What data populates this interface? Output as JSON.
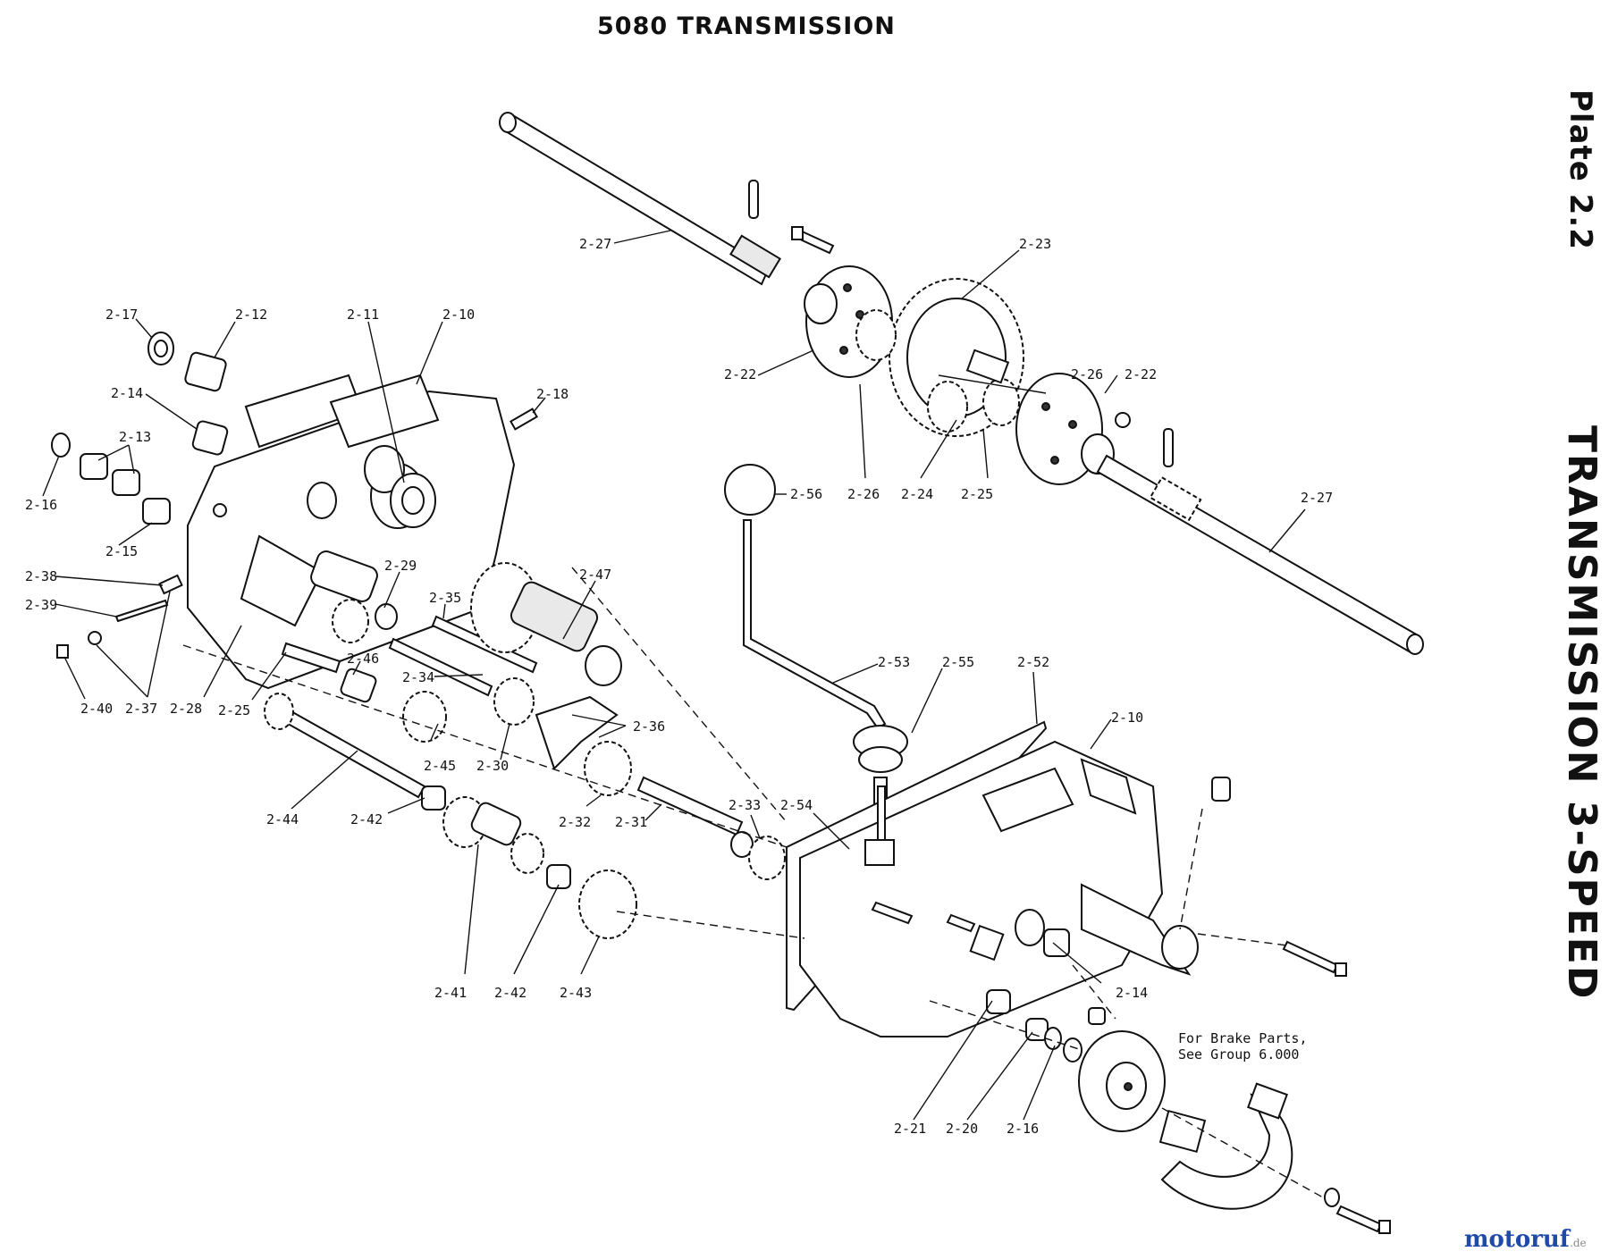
{
  "title": "5080 TRANSMISSION",
  "plate": "Plate 2.2",
  "side_title": "TRANSMISSION 3-SPEED",
  "note": [
    "For Brake Parts,",
    "See Group 6.000"
  ],
  "watermark": {
    "main": "motoruf",
    "suffix": ".de"
  },
  "colors": {
    "ink": "#111111",
    "paper": "#ffffff",
    "watermark": "#1f4aa8"
  },
  "callouts": [
    {
      "id": "c2-27a",
      "label": "2-27"
    },
    {
      "id": "c2-23",
      "label": "2-23"
    },
    {
      "id": "c2-17",
      "label": "2-17"
    },
    {
      "id": "c2-12",
      "label": "2-12"
    },
    {
      "id": "c2-11",
      "label": "2-11"
    },
    {
      "id": "c2-10a",
      "label": "2-10"
    },
    {
      "id": "c2-22a",
      "label": "2-22"
    },
    {
      "id": "c2-26a",
      "label": "2-26"
    },
    {
      "id": "c2-22b",
      "label": "2-22"
    },
    {
      "id": "c2-14a",
      "label": "2-14"
    },
    {
      "id": "c2-18",
      "label": "2-18"
    },
    {
      "id": "c2-13",
      "label": "2-13"
    },
    {
      "id": "c2-16a",
      "label": "2-16"
    },
    {
      "id": "c2-15",
      "label": "2-15"
    },
    {
      "id": "c2-56",
      "label": "2-56"
    },
    {
      "id": "c2-26b",
      "label": "2-26"
    },
    {
      "id": "c2-24",
      "label": "2-24"
    },
    {
      "id": "c2-25a",
      "label": "2-25"
    },
    {
      "id": "c2-27b",
      "label": "2-27"
    },
    {
      "id": "c2-38",
      "label": "2-38"
    },
    {
      "id": "c2-29",
      "label": "2-29"
    },
    {
      "id": "c2-47",
      "label": "2-47"
    },
    {
      "id": "c2-39",
      "label": "2-39"
    },
    {
      "id": "c2-35",
      "label": "2-35"
    },
    {
      "id": "c2-46",
      "label": "2-46"
    },
    {
      "id": "c2-53",
      "label": "2-53"
    },
    {
      "id": "c2-55",
      "label": "2-55"
    },
    {
      "id": "c2-52",
      "label": "2-52"
    },
    {
      "id": "c2-34",
      "label": "2-34"
    },
    {
      "id": "c2-40",
      "label": "2-40"
    },
    {
      "id": "c2-37",
      "label": "2-37"
    },
    {
      "id": "c2-28",
      "label": "2-28"
    },
    {
      "id": "c2-25b",
      "label": "2-25"
    },
    {
      "id": "c2-10b",
      "label": "2-10"
    },
    {
      "id": "c2-36",
      "label": "2-36"
    },
    {
      "id": "c2-45",
      "label": "2-45"
    },
    {
      "id": "c2-30",
      "label": "2-30"
    },
    {
      "id": "c2-44",
      "label": "2-44"
    },
    {
      "id": "c2-42a",
      "label": "2-42"
    },
    {
      "id": "c2-33",
      "label": "2-33"
    },
    {
      "id": "c2-54",
      "label": "2-54"
    },
    {
      "id": "c2-32",
      "label": "2-32"
    },
    {
      "id": "c2-31",
      "label": "2-31"
    },
    {
      "id": "c2-41",
      "label": "2-41"
    },
    {
      "id": "c2-42b",
      "label": "2-42"
    },
    {
      "id": "c2-43",
      "label": "2-43"
    },
    {
      "id": "c2-14b",
      "label": "2-14"
    },
    {
      "id": "c2-21",
      "label": "2-21"
    },
    {
      "id": "c2-20",
      "label": "2-20"
    },
    {
      "id": "c2-16b",
      "label": "2-16"
    }
  ]
}
